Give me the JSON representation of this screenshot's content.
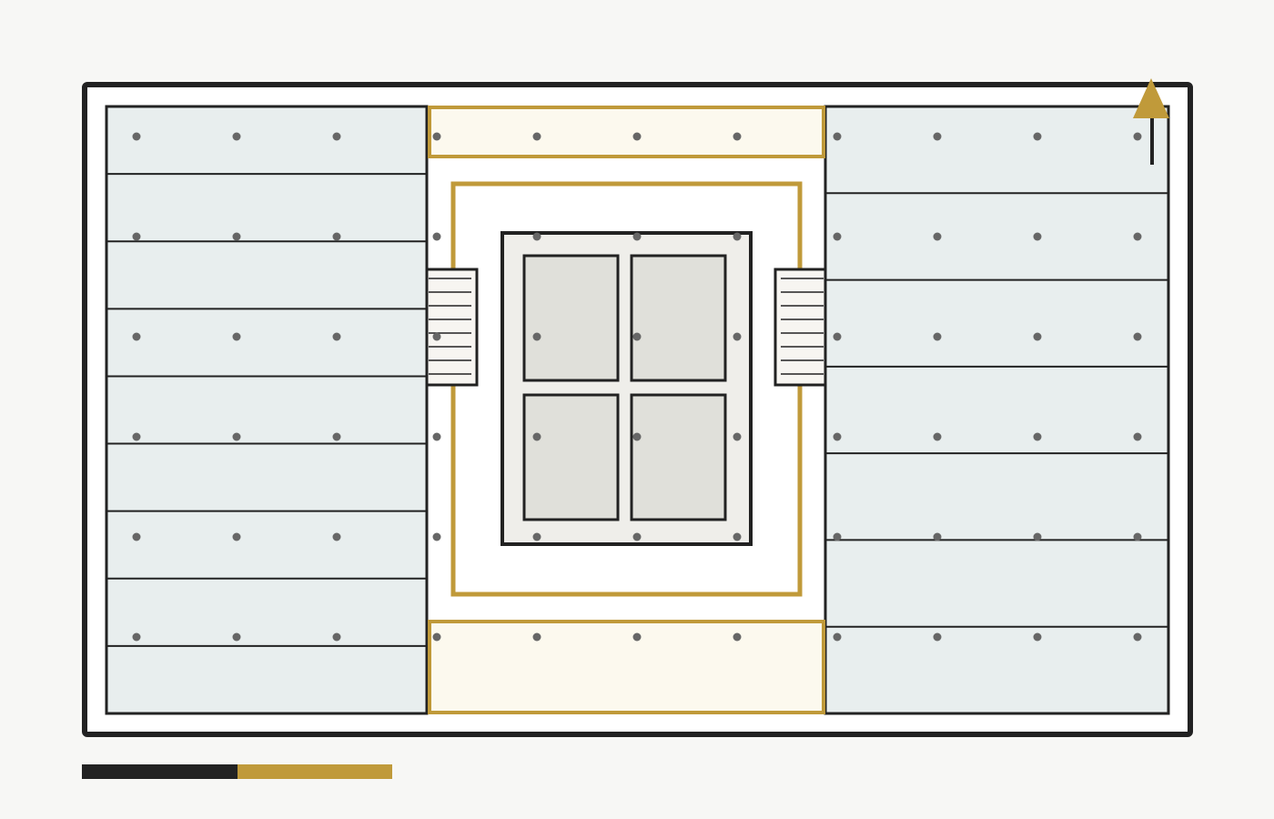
{
  "plan": {
    "colors": {
      "background": "#f7f7f5",
      "wall": "#222222",
      "floor": "#ffffff",
      "wing_fill": "#e8eeee",
      "accent": "#c09a3a",
      "accent_fill": "#fcf9ee",
      "core_fill": "#efeeea",
      "room_fill": "#e0e0da",
      "stair_fill": "#f7f5f1",
      "column_dot": "#666666"
    },
    "left_wing": {
      "bay_count": 9
    },
    "right_wing": {
      "bay_count": 7
    },
    "core": {
      "room_count": 4
    },
    "stairs": {
      "tread_count": 8
    },
    "structural_grid": {
      "columns": 11,
      "rows": 6
    },
    "north_arrow": {
      "icon": "north-arrow-icon"
    },
    "scale_bar": {
      "segments": 2
    }
  }
}
